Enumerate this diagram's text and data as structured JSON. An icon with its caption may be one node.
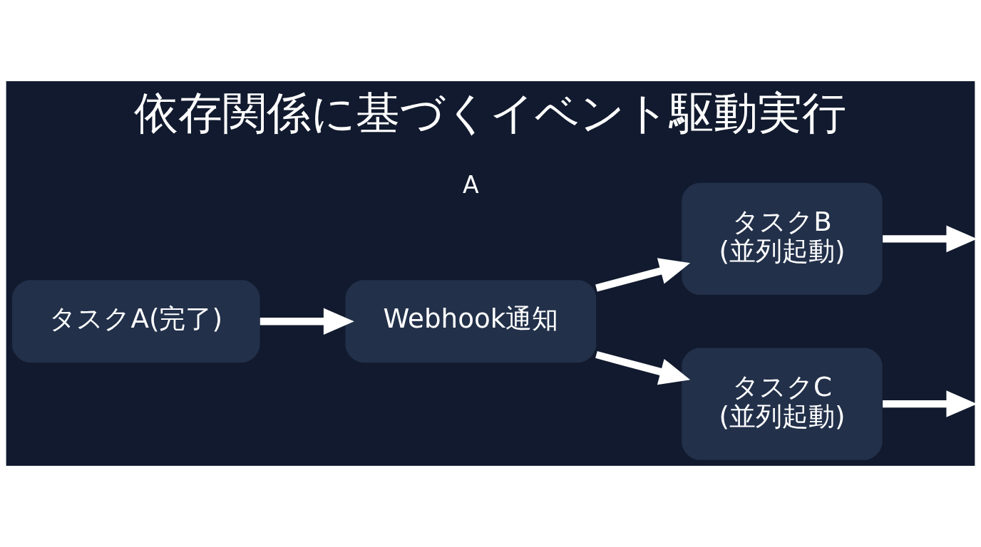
{
  "diagram": {
    "title": "依存関係に基づくイベント駆動実行",
    "nodes": [
      {
        "text": [
          "タスクA(完了)"
        ]
      },
      {
        "text": [
          "Webhook通知"
        ]
      },
      {
        "text": [
          "タスクB (並列起動)"
        ]
      },
      {
        "text": [
          "タスクC (並列起動)"
        ]
      }
    ],
    "edges": [
      {
        "from": 0,
        "to": 1,
        "arrow": "to"
      },
      {
        "from": 1,
        "to": 2,
        "arrow": "to"
      },
      {
        "from": 1,
        "to": 3,
        "arrow": "to"
      },
      {
        "from": 2,
        "to": null,
        "arrow": "to"
      },
      {
        "from": 3,
        "to": null,
        "arrow": "to"
      }
    ],
    "labels": [
      "A"
    ]
  }
}
